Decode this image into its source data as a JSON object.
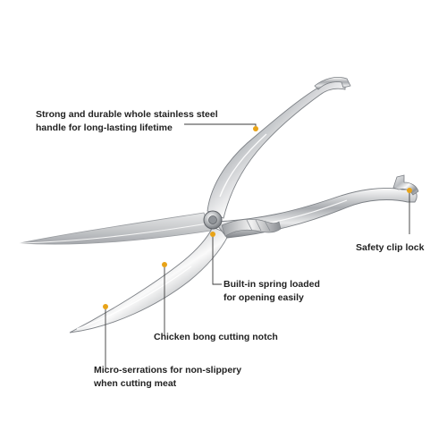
{
  "colors": {
    "background": "#ffffff",
    "text": "#222222",
    "accent_dot": "#e8a317",
    "leader_line": "#3a3a3a"
  },
  "callouts": {
    "handle": {
      "lines": [
        "Strong and durable whole stainless steel",
        "handle for long-lasting lifetime"
      ]
    },
    "safety_clip": {
      "lines": [
        "Safety clip lock"
      ]
    },
    "spring": {
      "lines": [
        "Built-in spring loaded",
        "for opening easily"
      ]
    },
    "notch": {
      "lines": [
        "Chicken bong cutting notch"
      ]
    },
    "serrations": {
      "lines": [
        "Micro-serrations for non-slippery",
        "when cutting meat"
      ]
    }
  },
  "icons": [
    "poultry-shears-image",
    "callout-dot-icon"
  ]
}
